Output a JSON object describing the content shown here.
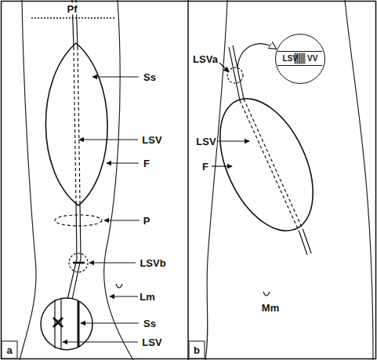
{
  "diagram": {
    "nodes": [
      {
        "text": [
          "LSV",
          "VV"
        ]
      }
    ],
    "labels": [
      "Pf",
      "Ss",
      "LSV",
      "F",
      "P",
      "LSVb",
      "Lm",
      "Ss",
      "LSV",
      "a",
      "LSVa",
      "LSV",
      "F",
      "Mm",
      "b"
    ]
  }
}
